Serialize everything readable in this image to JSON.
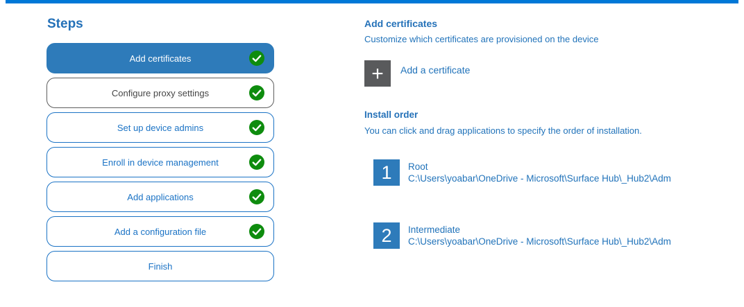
{
  "colors": {
    "accent_top_bar": "#0078d7",
    "active_step_bg": "#2e7bba",
    "step_border_blue": "#1b73c5",
    "muted_step_border": "#5e5e5e",
    "completed_green": "#0e8c0e",
    "add_tile_gray": "#595a5c",
    "heading_blue": "#2471b8",
    "text_blue": "#2173ba"
  },
  "steps_panel": {
    "title": "Steps",
    "completed_icon": "checkmark-icon",
    "items": [
      {
        "label": "Add certificates",
        "state": "active",
        "completed": true
      },
      {
        "label": "Configure proxy settings",
        "state": "muted",
        "completed": true
      },
      {
        "label": "Set up device admins",
        "state": "normal",
        "completed": true
      },
      {
        "label": "Enroll in device management",
        "state": "normal",
        "completed": true
      },
      {
        "label": "Add applications",
        "state": "normal",
        "completed": true
      },
      {
        "label": "Add a configuration file",
        "state": "normal",
        "completed": true
      },
      {
        "label": "Finish",
        "state": "normal",
        "completed": false
      }
    ]
  },
  "content": {
    "title": "Add certificates",
    "subtitle": "Customize which certificates are provisioned on the device",
    "add_button": {
      "icon": "plus-icon",
      "plus_glyph": "+",
      "label": "Add a certificate"
    },
    "install_order": {
      "title": "Install order",
      "description": "You can click and drag applications to specify the order of installation.",
      "items": [
        {
          "number": "1",
          "name": "Root",
          "path": "C:\\Users\\yoabar\\OneDrive - Microsoft\\Surface Hub\\_Hub2\\Adm"
        },
        {
          "number": "2",
          "name": "Intermediate",
          "path": "C:\\Users\\yoabar\\OneDrive - Microsoft\\Surface Hub\\_Hub2\\Adm"
        }
      ]
    }
  }
}
